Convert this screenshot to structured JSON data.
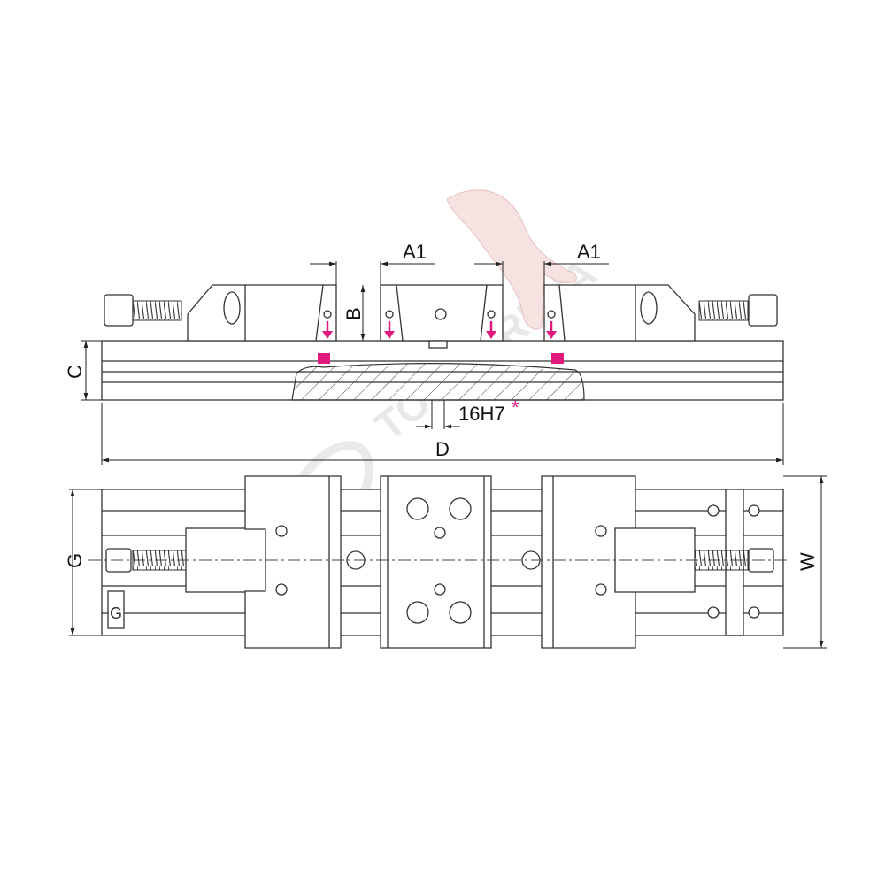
{
  "dimensions": {
    "a1_left": "A1",
    "a1_right": "A1",
    "b": "B",
    "c": "C",
    "slot": "16H7",
    "slot_note_mark": "*",
    "d": "D",
    "g": "G",
    "w": "W"
  },
  "watermark": {
    "main": "TOOL ARENA",
    "sub": "TOOL ARENA"
  },
  "colors": {
    "accent": "#e0197d",
    "line": "#333333",
    "hand": "#f6dcdc"
  }
}
